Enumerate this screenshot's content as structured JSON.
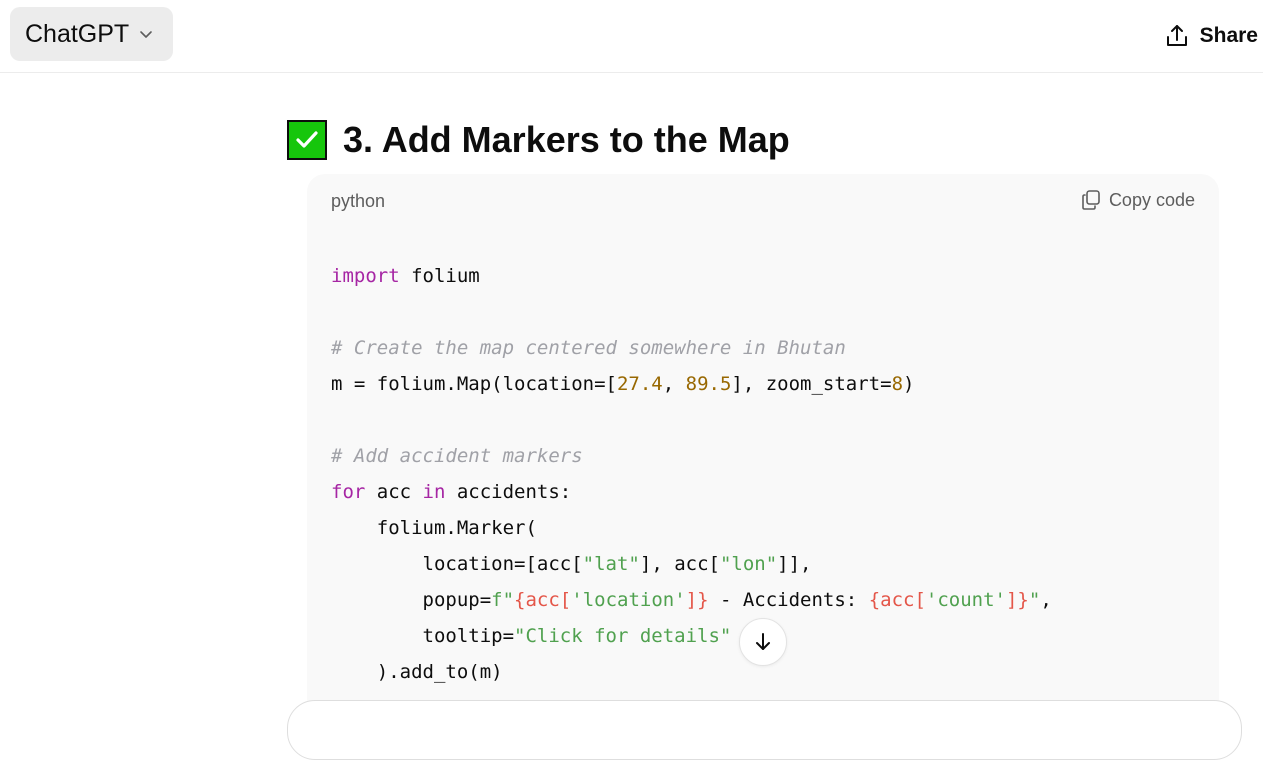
{
  "header": {
    "model_label": "ChatGPT",
    "share_label": "Share"
  },
  "section": {
    "heading": "3. Add Markers to the Map"
  },
  "code_block": {
    "language": "python",
    "copy_label": "Copy code",
    "lines": [
      "import folium",
      "",
      "# Create the map centered somewhere in Bhutan",
      "m = folium.Map(location=[27.4, 89.5], zoom_start=8)",
      "",
      "# Add accident markers",
      "for acc in accidents:",
      "    folium.Marker(",
      "        location=[acc[\"lat\"], acc[\"lon\"]],",
      "        popup=f\"{acc['location']} - Accidents: {acc['count']}\",",
      "        tooltip=\"Click for details\"",
      "    ).add_to(m)"
    ]
  },
  "icons": {
    "model_chevron": "chevron-down-icon",
    "share": "share-upload-icon",
    "check": "check-mark-button-icon",
    "copy": "copy-icon",
    "scroll_down": "arrow-down-icon"
  },
  "colors": {
    "keyword": "#a626a4",
    "comment": "#a0a1a7",
    "number": "#986801",
    "string": "#50a14f",
    "interpolation": "#e45649",
    "check_green": "#16c60c"
  }
}
